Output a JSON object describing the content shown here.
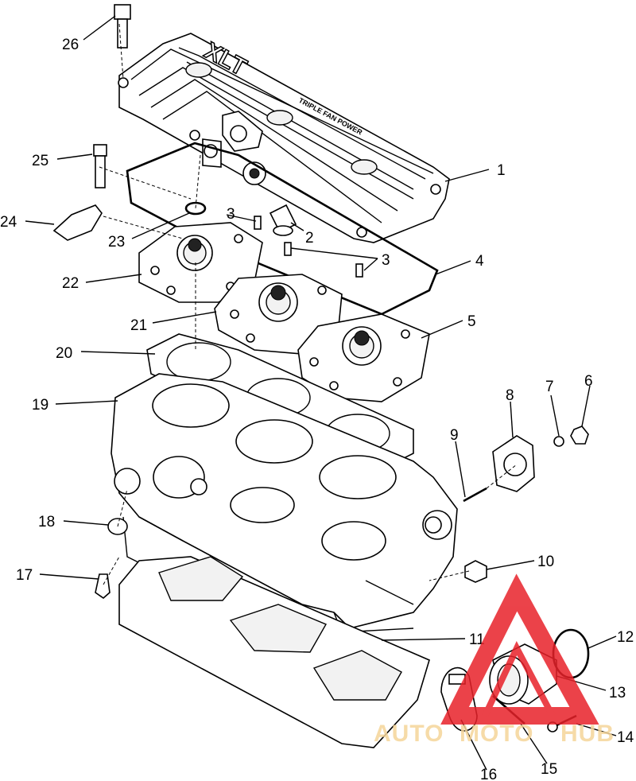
{
  "diagram": {
    "engraving": {
      "model": "XLT",
      "subtitle": "TRIPLE FAN POWER"
    },
    "callouts": [
      "1",
      "2",
      "3",
      "3",
      "4",
      "5",
      "6",
      "7",
      "8",
      "9",
      "10",
      "11",
      "12",
      "13",
      "14",
      "15",
      "16",
      "17",
      "18",
      "19",
      "20",
      "21",
      "22",
      "23",
      "24",
      "25",
      "26"
    ],
    "watermark": {
      "text_left": "AUTO",
      "text_mid": "MOTO",
      "text_right": "HUB",
      "color": "#e8222a",
      "text_color": "#f5d59a"
    }
  }
}
